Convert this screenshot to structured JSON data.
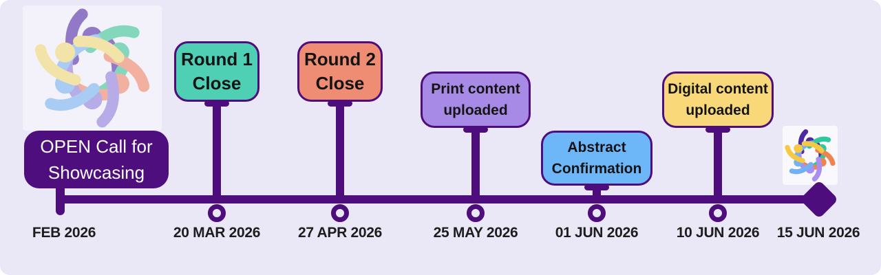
{
  "palette": {
    "background": "#eae7f6",
    "timeline": "#4e0d7c",
    "box_border": "#4e0d7c",
    "box_text": "#141414",
    "date_text": "#1d1d1d",
    "start_box_text": "#ffffff"
  },
  "start_event": {
    "line1": "OPEN Call for",
    "line2": "Showcasing",
    "date": "FEB 2026",
    "fill": "#4f0e7d"
  },
  "events": [
    {
      "line1": "Round 1",
      "line2": "Close",
      "date": "20 MAR 2026",
      "fill": "#4fd0b5"
    },
    {
      "line1": "Round 2",
      "line2": "Close",
      "date": "27 APR 2026",
      "fill": "#ee8d74"
    },
    {
      "line1": "Print content",
      "line2": "uploaded",
      "date": "25 MAY 2026",
      "fill": "#a78ae6"
    },
    {
      "line1": "Abstract",
      "line2": "Confirmation",
      "date": "01 JUN 2026",
      "fill": "#6db6f8"
    },
    {
      "line1": "Digital content",
      "line2": "uploaded",
      "date": "10 JUN 2026",
      "fill": "#f9d87a"
    }
  ],
  "end_event": {
    "date": "15 JUN 2026"
  },
  "icons": {
    "community_left": {
      "name": "community-people-icon",
      "colors": [
        "#9279c8",
        "#84d7bd",
        "#f2b1a0",
        "#b7abe8",
        "#a9ccf4",
        "#f2e3a9"
      ]
    },
    "community_right": {
      "name": "community-people-icon",
      "colors": [
        "#4b2ba0",
        "#2fc89f",
        "#f0824f",
        "#a98ff0",
        "#74b0f4",
        "#f6c944"
      ]
    }
  }
}
